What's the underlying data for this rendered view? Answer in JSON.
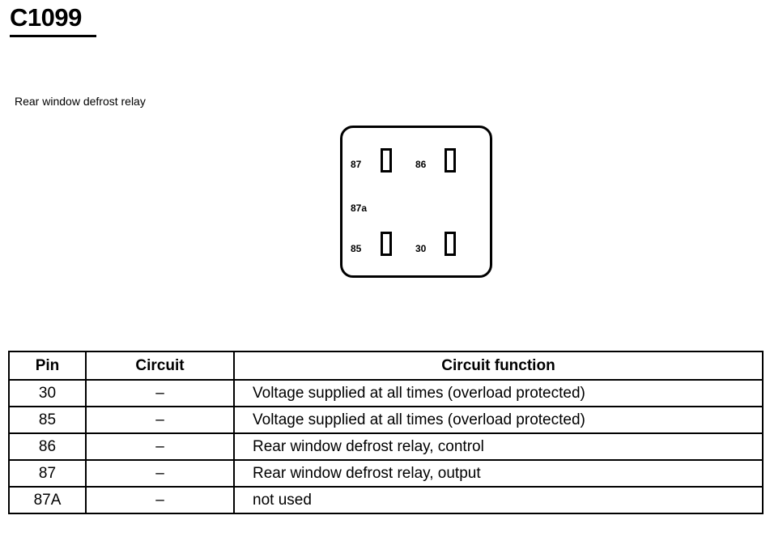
{
  "connector": {
    "title": "C1099",
    "component_label": "Rear window defrost relay"
  },
  "relay_diagram": {
    "pins": [
      {
        "label": "87"
      },
      {
        "label": "86"
      },
      {
        "label": "87a"
      },
      {
        "label": "85"
      },
      {
        "label": "30"
      }
    ]
  },
  "pin_table": {
    "headers": {
      "pin": "Pin",
      "circuit": "Circuit",
      "function": "Circuit function"
    },
    "rows": [
      {
        "pin": "30",
        "circuit": "–",
        "function": "Voltage supplied at all times (overload protected)"
      },
      {
        "pin": "85",
        "circuit": "–",
        "function": "Voltage supplied at all times (overload protected)"
      },
      {
        "pin": "86",
        "circuit": "–",
        "function": "Rear window defrost relay, control"
      },
      {
        "pin": "87",
        "circuit": "–",
        "function": "Rear window defrost relay, output"
      },
      {
        "pin": "87A",
        "circuit": "–",
        "function": "not used"
      }
    ]
  }
}
